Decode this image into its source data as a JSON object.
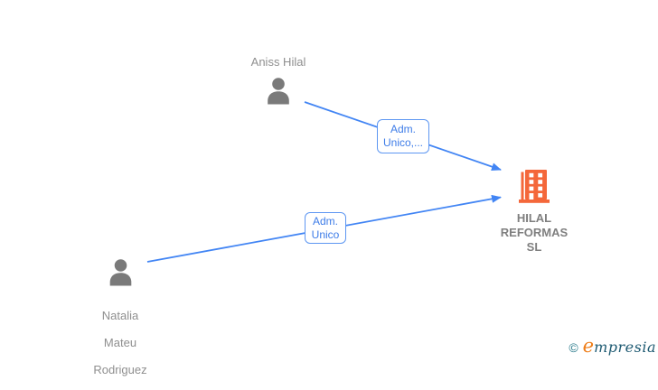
{
  "canvas": {
    "background": "#ffffff"
  },
  "colors": {
    "edge": "#4285f4",
    "edge_label_border": "#5e97f2",
    "edge_label_text": "#3d7ce8",
    "person_icon": "#7a7a7a",
    "person_label": "#8f8f8f",
    "company_icon": "#f4673a",
    "company_label": "#7f7f7f",
    "watermark_copyright": "#27798a",
    "watermark_e": "#ee7d18",
    "watermark_rest": "#1e5a72"
  },
  "nodes": {
    "person_top": {
      "type": "person",
      "name": "Aniss Hilal"
    },
    "person_bottom": {
      "type": "person",
      "name": "Natalia Mateu Rodriguez",
      "lines": [
        "Natalia",
        "Mateu",
        "Rodriguez"
      ]
    },
    "company": {
      "type": "company",
      "name": "HILAL REFORMAS SL",
      "lines": [
        "HILAL",
        "REFORMAS",
        "SL"
      ]
    }
  },
  "edges": {
    "top": {
      "from": "Aniss Hilal",
      "to": "HILAL REFORMAS SL",
      "label_lines": [
        "Adm.",
        "Unico,..."
      ]
    },
    "bottom": {
      "from": "Natalia Mateu Rodriguez",
      "to": "HILAL REFORMAS SL",
      "label_lines": [
        "Adm.",
        "Unico"
      ]
    }
  },
  "watermark": {
    "copyright": "©",
    "brand_initial": "e",
    "brand_rest": "mpresia"
  }
}
